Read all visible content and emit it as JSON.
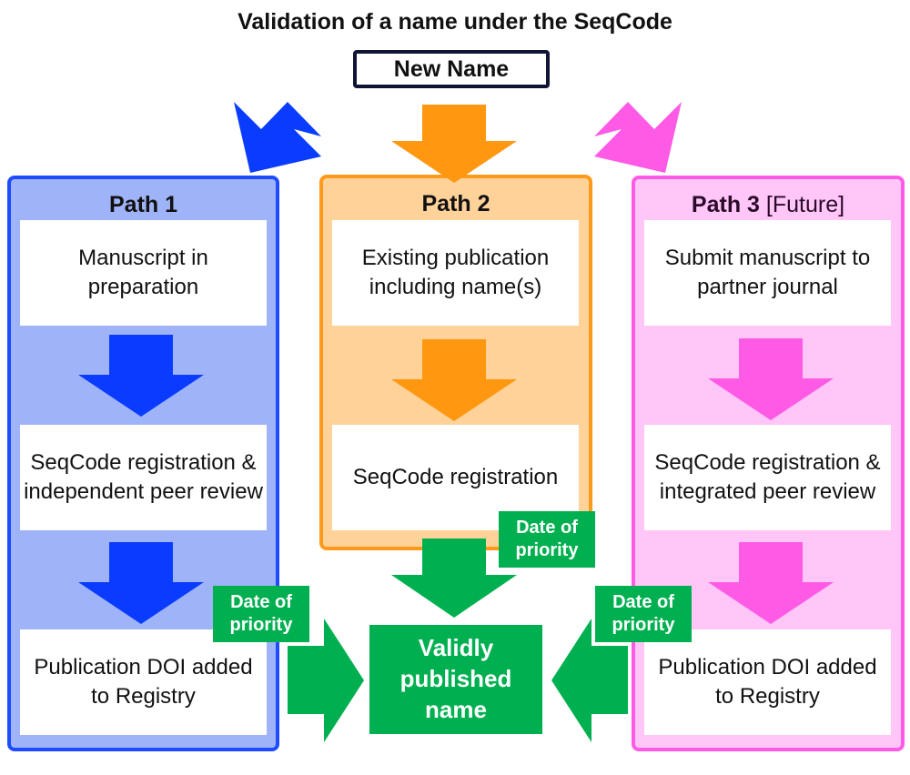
{
  "title": "Validation of a name under the SeqCode",
  "new_name": "New Name",
  "colors": {
    "path1_border": "#1f4bff",
    "path1_fill": "#9fb3f8",
    "path1_arrow": "#0a3cff",
    "path2_border": "#ff9a1a",
    "path2_fill": "#ffd29a",
    "path2_arrow": "#ff9710",
    "path3_border": "#ff5ae6",
    "path3_fill": "#ffc6f7",
    "path3_arrow": "#ff5ae6",
    "green": "#00b050"
  },
  "paths": [
    {
      "name": "Path 1",
      "steps": [
        "Manuscript in preparation",
        "SeqCode registration & independent peer review",
        "Publication DOI added to Registry"
      ],
      "priority_label": "Date of priority"
    },
    {
      "name": "Path 2",
      "steps": [
        "Existing publication including name(s)",
        "SeqCode registration"
      ],
      "priority_label": "Date of priority"
    },
    {
      "name": "Path 3",
      "qualifier": "[Future]",
      "steps": [
        "Submit manuscript to partner journal",
        "SeqCode registration & integrated peer review",
        "Publication DOI added to Registry"
      ],
      "priority_label": "Date of priority"
    }
  ],
  "result": "Validly published name"
}
